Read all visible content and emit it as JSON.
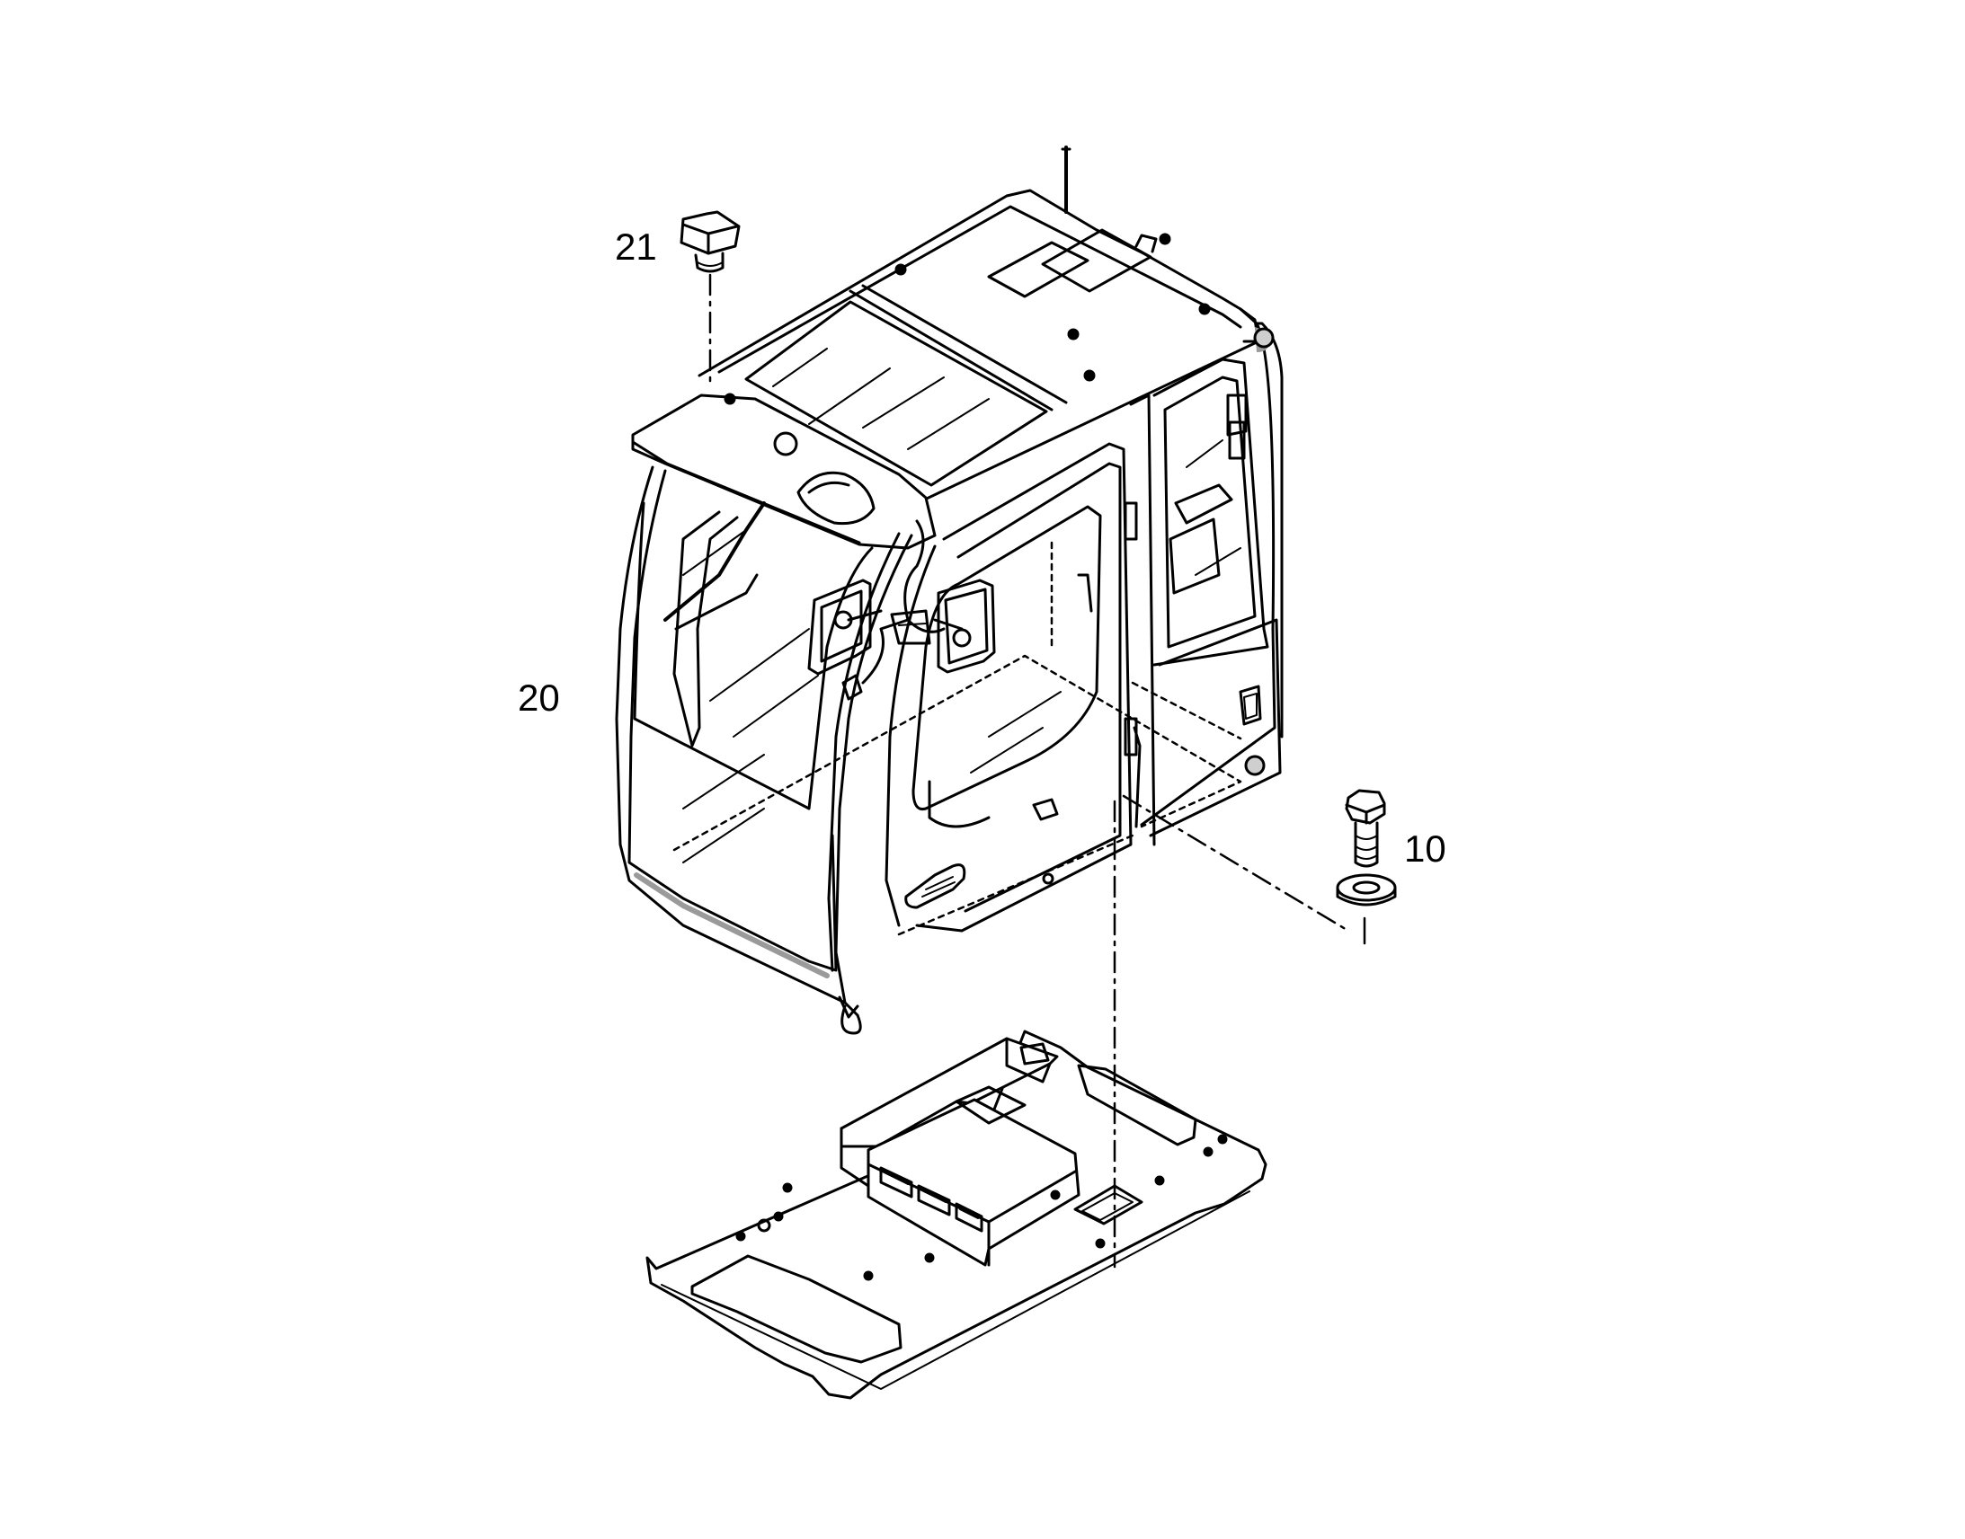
{
  "callouts": {
    "c21": "21",
    "c20": "20",
    "c10": "10"
  },
  "parts": [
    {
      "id": "21",
      "icon": "cap-screw-icon"
    },
    {
      "id": "20",
      "icon": "operator-cab-icon"
    },
    {
      "id": "10",
      "icon": "bolt-with-washer-icon"
    }
  ],
  "colors": {
    "line": "#000000",
    "background": "#ffffff",
    "shading": "#9a9a9a"
  }
}
